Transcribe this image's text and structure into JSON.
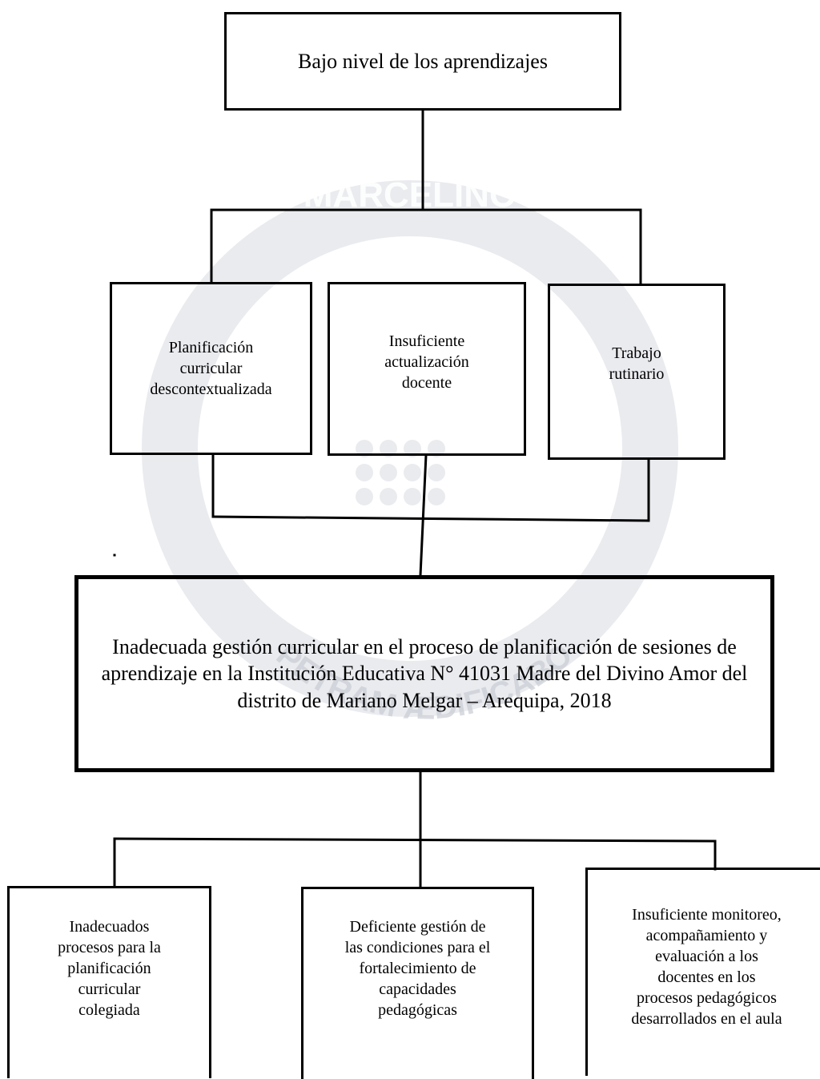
{
  "diagram": {
    "effect": "Bajo nivel de los aprendizajes",
    "middle_causes": [
      "Planificación\ncurricular\ndescontextualizada",
      "Insuficiente\nactualización\ndocente",
      "Trabajo\nrutinario"
    ],
    "central_problem": "Inadecuada gestión curricular en el proceso de planificación de sesiones de aprendizaje en la Institución Educativa N° 41031 Madre del Divino Amor del distrito de  Mariano Melgar – Arequipa, 2018",
    "root_causes": [
      "Inadecuados\nprocesos para la\nplanificación\ncurricular\ncolegiada",
      "Deficiente gestión de\nlas condiciones  para el\nfortalecimiento  de\ncapacidades\npedagógicas",
      "Insuficiente monitoreo,\nacompañamiento y\nevaluación a los\ndocentes en los\nprocesos pedagógicos\ndesarrollados en el aula"
    ]
  },
  "watermark": {
    "top_text": "MARCELINO",
    "bottom_text": "PETRAM ÆDIFICABO",
    "color": "#c9ccd3"
  }
}
